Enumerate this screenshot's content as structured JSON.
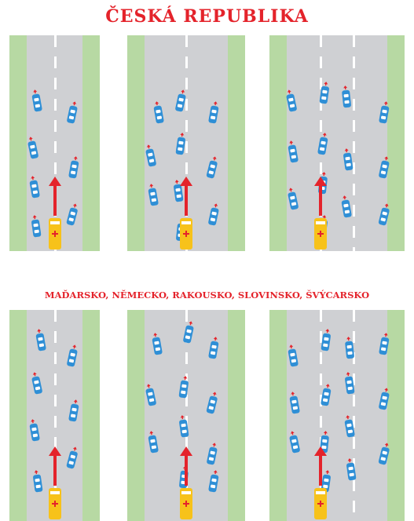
{
  "title_top": "ČESKÁ REPUBLIKA",
  "title_bottom": "MAĎARSKO, NĚMECKO, RAKOUSKO, SLOVINSKO, ŠVÝCARSKO",
  "colors": {
    "title": "#e4232b",
    "road": "#cfd0d3",
    "grass": "#b7d9a3",
    "car": "#2f8fd6",
    "arrow": "#e4232b",
    "ambulance": "#f7c21a"
  },
  "icons": [
    "car-icon",
    "ambulance-icon",
    "arrow-up-icon"
  ],
  "diagrams": [
    {
      "id": "top-1",
      "lanes": 2
    },
    {
      "id": "top-2",
      "lanes": 2
    },
    {
      "id": "top-3",
      "lanes": 3
    },
    {
      "id": "bottom-1",
      "lanes": 2
    },
    {
      "id": "bottom-2",
      "lanes": 2
    },
    {
      "id": "bottom-3",
      "lanes": 3
    }
  ]
}
